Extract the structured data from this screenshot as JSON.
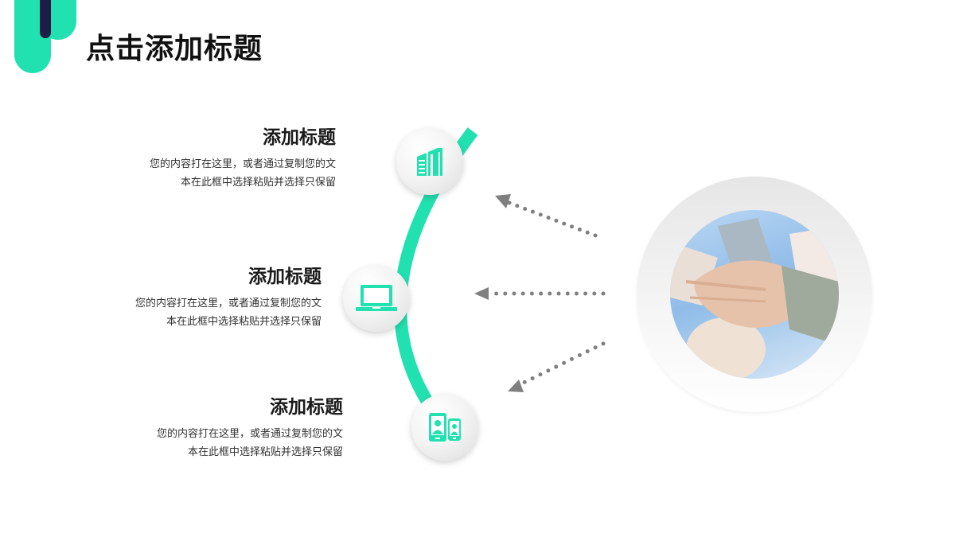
{
  "title": "点击添加标题",
  "colors": {
    "accent": "#22e1b0",
    "navy": "#1b1d47",
    "arrow": "#7f7f7f"
  },
  "items": [
    {
      "heading": "添加标题",
      "line1": "您的内容打在这里，或者通过复制您的文",
      "line2": "本在此框中选择粘贴并选择只保留",
      "icon": "building-icon"
    },
    {
      "heading": "添加标题",
      "line1": "您的内容打在这里，或者通过复制您的文",
      "line2": "本在此框中选择粘贴并选择只保留",
      "icon": "laptop-icon"
    },
    {
      "heading": "添加标题",
      "line1": "您的内容打在这里，或者通过复制您的文",
      "line2": "本在此框中选择粘贴并选择只保留",
      "icon": "phones-users-icon"
    }
  ],
  "photo": {
    "alt": "stacked hands teamwork photo"
  }
}
